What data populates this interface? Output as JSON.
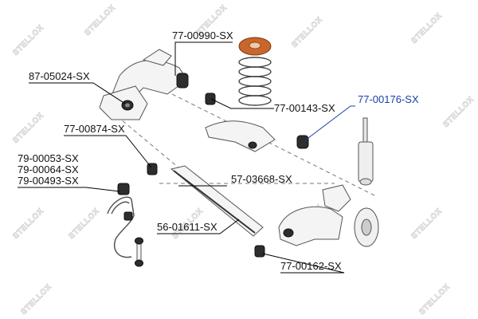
{
  "watermark": "STELLOX",
  "labels": {
    "spring_pad": "77-00990-SX",
    "subframe_mount": "87-05024-SX",
    "spring_link_bushing": "77-00143-SX",
    "shock_absorber_bushing": "77-00176-SX",
    "arm_bushing": "77-00874-SX",
    "stabilizer_bushing_1": "79-00053-SX",
    "stabilizer_bushing_2": "79-00064-SX",
    "stabilizer_bushing_3": "79-00493-SX",
    "control_arm": "57-03668-SX",
    "stabilizer_link": "56-01611-SX",
    "knuckle_bushing": "77-00162-SX"
  },
  "colors": {
    "label": "#111111",
    "highlight_label": "#1a3fa8",
    "spring_pad": "#c8662c",
    "dark_part": "#2d2d2d",
    "watermark": "#c9c9c9"
  }
}
